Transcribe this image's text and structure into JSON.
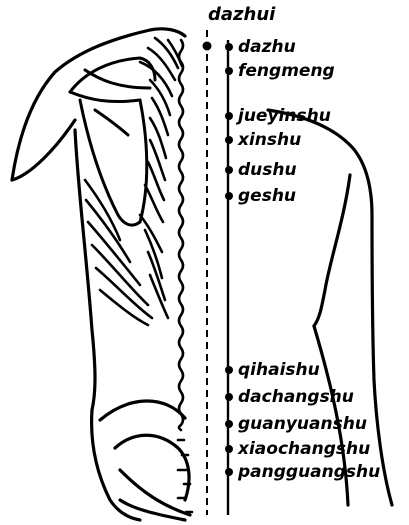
{
  "diagram": {
    "top_point": "dazhui",
    "upper_points": [
      "dazhu",
      "fengmeng",
      "jueyinshu",
      "xinshu",
      "dushu",
      "geshu"
    ],
    "lower_points": [
      "qihaishu",
      "dachangshu",
      "guanyuanshu",
      "xiaochangshu",
      "pangguangshu"
    ]
  }
}
